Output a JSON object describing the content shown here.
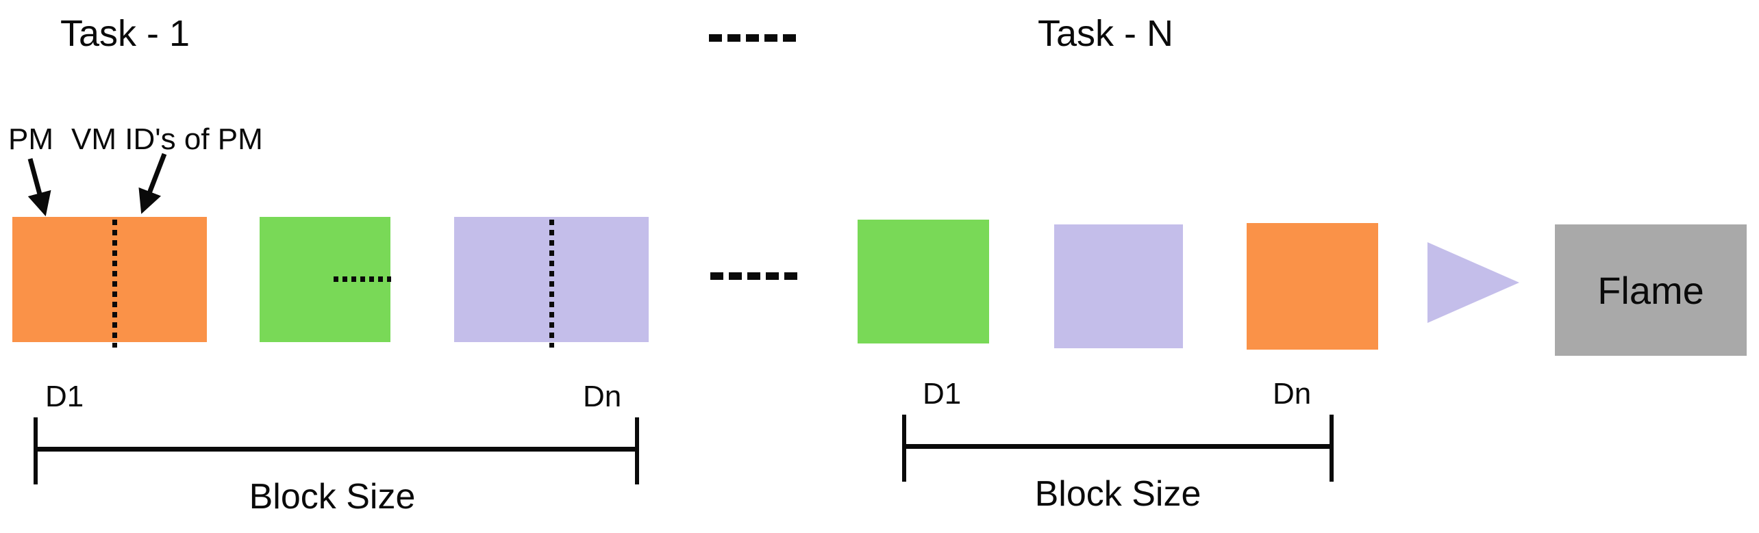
{
  "labels": {
    "task1": "Task - 1",
    "taskN": "Task - N",
    "pm": "PM",
    "vm_ids": "VM ID's of PM",
    "flame": "Flame"
  },
  "brackets": {
    "left": {
      "start": "D1",
      "end": "Dn",
      "caption": "Block Size"
    },
    "right": {
      "start": "D1",
      "end": "Dn",
      "caption": "Block Size"
    }
  },
  "colors": {
    "orange": "#FA9248",
    "green": "#79D957",
    "lavender": "#C4BEEA",
    "gray": "#A9A9A9",
    "ink": "#0A0A0A"
  },
  "blocks": {
    "task1": [
      {
        "id": "orange-split",
        "color": "orange",
        "divider": "vertical-dotted"
      },
      {
        "id": "green",
        "color": "green",
        "divider": "horizontal-dotted-right"
      },
      {
        "id": "lavender-split",
        "color": "lavender",
        "divider": "vertical-dotted"
      }
    ],
    "taskN": [
      {
        "id": "green",
        "color": "green",
        "divider": "none"
      },
      {
        "id": "lavender",
        "color": "lavender",
        "divider": "none"
      },
      {
        "id": "orange",
        "color": "orange",
        "divider": "none"
      }
    ]
  }
}
